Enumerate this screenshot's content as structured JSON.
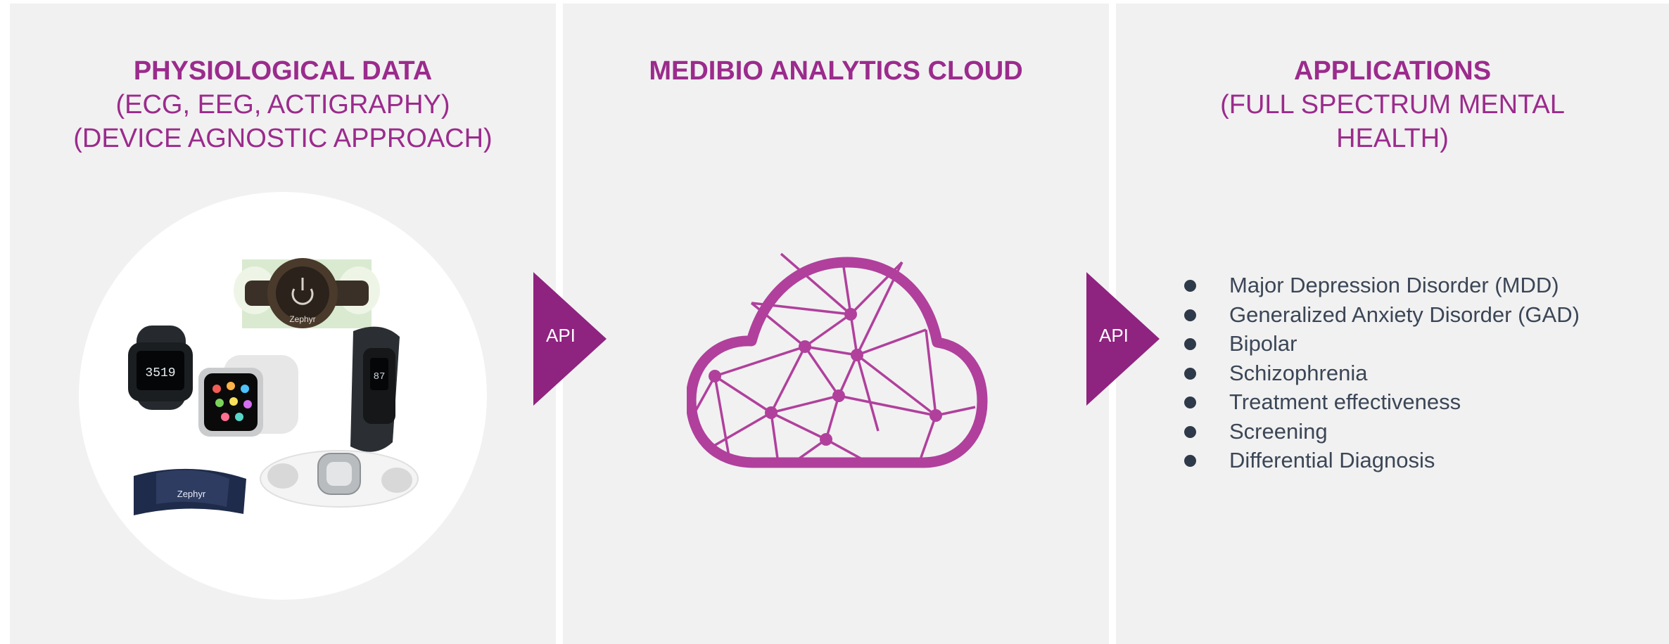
{
  "colors": {
    "accent": "#9b2b8c",
    "arrow": "#8f2380",
    "panel": "#f1f1f1",
    "text": "#3b4656"
  },
  "panels": [
    {
      "title": "PHYSIOLOGICAL DATA",
      "subtitle_lines": [
        "(ECG, EEG, ACTIGRAPHY)",
        "(DEVICE AGNOSTIC APPROACH)"
      ]
    },
    {
      "title": "MEDIBIO ANALYTICS CLOUD",
      "subtitle_lines": []
    },
    {
      "title": "APPLICATIONS",
      "subtitle_lines": [
        "(FULL SPECTRUM MENTAL",
        "HEALTH)"
      ]
    }
  ],
  "arrows": [
    {
      "label": "API"
    },
    {
      "label": "API"
    }
  ],
  "devices": {
    "brand_labels": [
      "Zephyr",
      "Zephyr"
    ],
    "watch_readout": "3519",
    "icons": [
      "heart-rate-strap",
      "fitness-watch",
      "smartwatch",
      "activity-band",
      "chest-strap",
      "ecg-patch"
    ]
  },
  "cloud_icon": "network-cloud-icon",
  "applications": [
    "Major Depression Disorder (MDD)",
    "Generalized Anxiety Disorder (GAD)",
    "Bipolar",
    "Schizophrenia",
    "Treatment effectiveness",
    "Screening",
    "Differential Diagnosis"
  ]
}
